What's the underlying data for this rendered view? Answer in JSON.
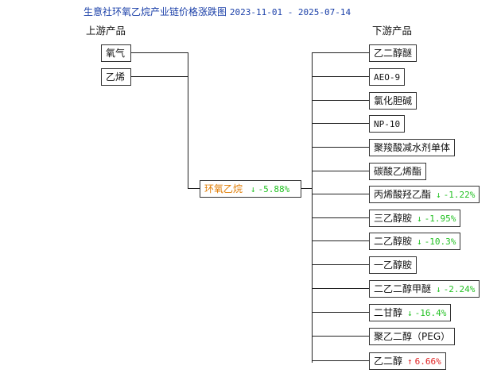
{
  "title": {
    "text": "生意社环氧乙烷产业链价格涨跌图",
    "date_range": "2023-11-01 - 2025-07-14"
  },
  "headers": {
    "upstream": "上游产品",
    "downstream": "下游产品"
  },
  "center": {
    "label": "环氧乙烷",
    "arrow": "↓",
    "change": "-5.88%",
    "direction": "down"
  },
  "upstream": [
    {
      "label": "氧气"
    },
    {
      "label": "乙烯"
    }
  ],
  "downstream": [
    {
      "label": "乙二醇醚"
    },
    {
      "label": "AEO-9",
      "mono": true
    },
    {
      "label": "氯化胆碱"
    },
    {
      "label": "NP-10",
      "mono": true
    },
    {
      "label": "聚羧酸减水剂单体"
    },
    {
      "label": "碳酸乙烯酯"
    },
    {
      "label": "丙烯酸羟乙酯",
      "arrow": "↓",
      "change": "-1.22%",
      "direction": "down"
    },
    {
      "label": "三乙醇胺",
      "arrow": "↓",
      "change": "-1.95%",
      "direction": "down"
    },
    {
      "label": "二乙醇胺",
      "arrow": "↓",
      "change": "-10.3%",
      "direction": "down"
    },
    {
      "label": "一乙醇胺"
    },
    {
      "label": "二乙二醇甲醚",
      "arrow": "↓",
      "change": "-2.24%",
      "direction": "down"
    },
    {
      "label": "二甘醇",
      "arrow": "↓",
      "change": "-16.4%",
      "direction": "down"
    },
    {
      "label": "聚乙二醇（PEG）"
    },
    {
      "label": "乙二醇",
      "arrow": "↑",
      "change": "6.66%",
      "direction": "up"
    }
  ],
  "colors": {
    "title": "#1a3fa8",
    "center_label": "#e07b00",
    "down": "#22c122",
    "up": "#e02020",
    "line": "#222222"
  }
}
